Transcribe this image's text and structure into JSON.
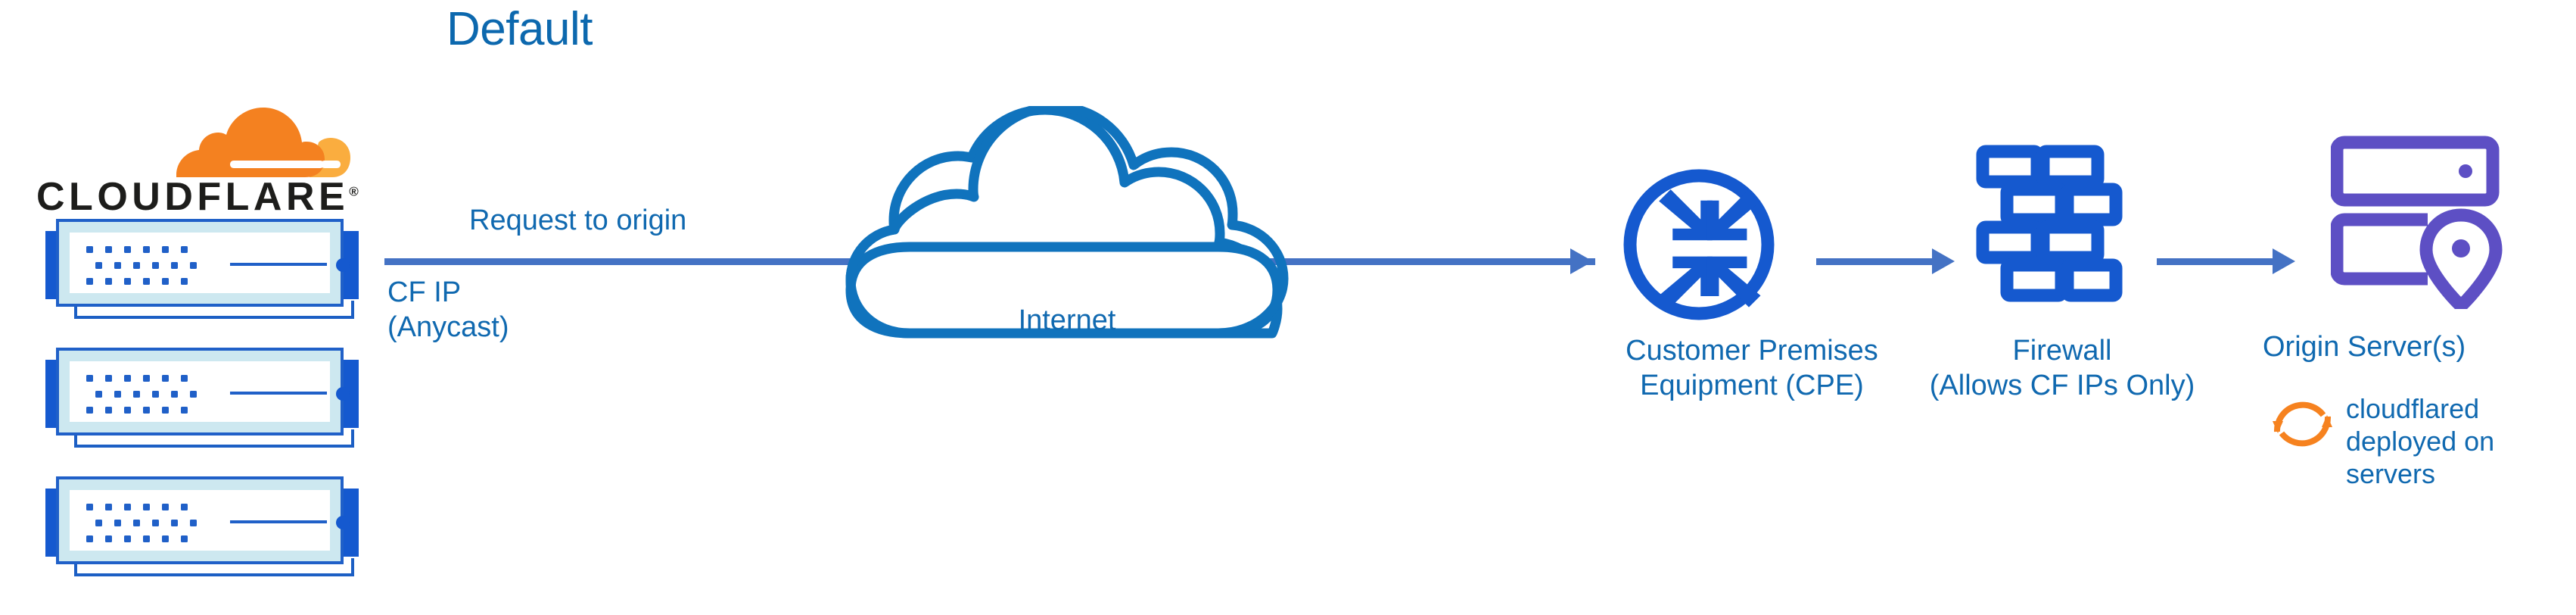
{
  "title": "Default",
  "colors": {
    "title_blue": "#0c68ae",
    "label_blue": "#1069b0",
    "arrow_blue": "#4472c4",
    "node_blue": "#1559cf",
    "cloud_blue": "#1073bd",
    "origin_purple": "#5d4fc4",
    "cf_orange": "#f48120",
    "cf_orange_light": "#faad3f",
    "rack_fill": "#cde8f0"
  },
  "brand": {
    "wordmark": "CLOUDFLARE",
    "registered_mark": "®",
    "logo_icon": "cloudflare-cloud-logo"
  },
  "racks": [
    {
      "name": "cloudflare-edge-server-1"
    },
    {
      "name": "cloudflare-edge-server-2"
    },
    {
      "name": "cloudflare-edge-server-3"
    }
  ],
  "labels": {
    "request_to_origin": "Request to origin",
    "cf_ip": "CF IP\n(Anycast)",
    "internet": "Internet",
    "cpe": "Customer Premises\nEquipment (CPE)",
    "firewall": "Firewall\n(Allows CF IPs Only)",
    "origin": "Origin Server(s)",
    "cloudflared": "cloudflared\ndeployed on\nservers"
  },
  "icons": {
    "internet": "cloud-icon",
    "cpe": "router-four-arrows-icon",
    "firewall": "brick-wall-icon",
    "origin": "server-rack-location-pin-icon",
    "cloudflared": "sync-circular-arrows-icon"
  },
  "flow": [
    {
      "from": "cloudflare-edge-servers",
      "to": "internet-cloud",
      "label": "Request to origin"
    },
    {
      "from": "internet-cloud",
      "to": "customer-premises-equipment",
      "label": ""
    },
    {
      "from": "customer-premises-equipment",
      "to": "firewall",
      "label": ""
    },
    {
      "from": "firewall",
      "to": "origin-servers",
      "label": ""
    }
  ]
}
